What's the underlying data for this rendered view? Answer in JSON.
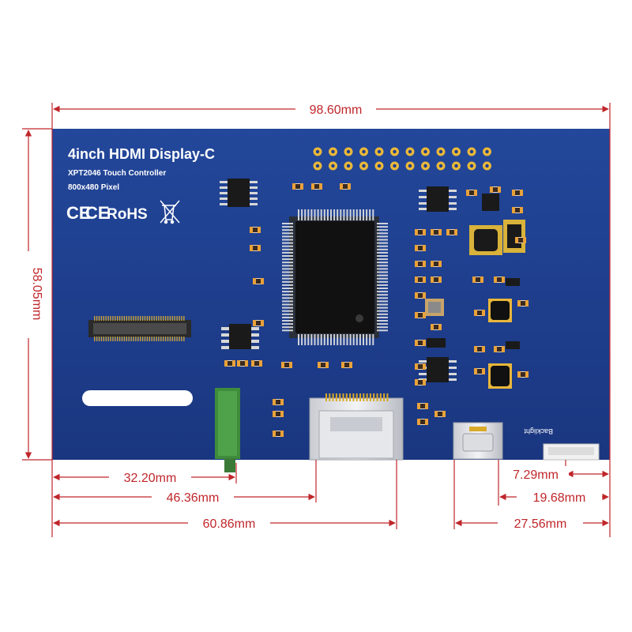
{
  "board": {
    "title": "4inch HDMI Display-C",
    "subtitle": "XPT2046 Touch Controller",
    "resolution": "800x480 Pixel",
    "cert_ce": "CE",
    "cert_ce2": "CE",
    "cert_rohs": "RoHS",
    "backlight_label": "Backlight"
  },
  "dimensions": {
    "width": "98.60mm",
    "height": "58.05mm",
    "audio_offset": "32.20mm",
    "hdmi_offset": "46.36mm",
    "hdmi_right_offset": "60.86mm",
    "backlight_offset": "7.29mm",
    "usb_right_offset": "19.68mm",
    "usb_left_offset": "27.56mm"
  },
  "colors": {
    "pcb": "#1e3d8c",
    "dimension": "#c0262b",
    "gold": "#e9b83a",
    "chip": "#1a1a1a"
  }
}
